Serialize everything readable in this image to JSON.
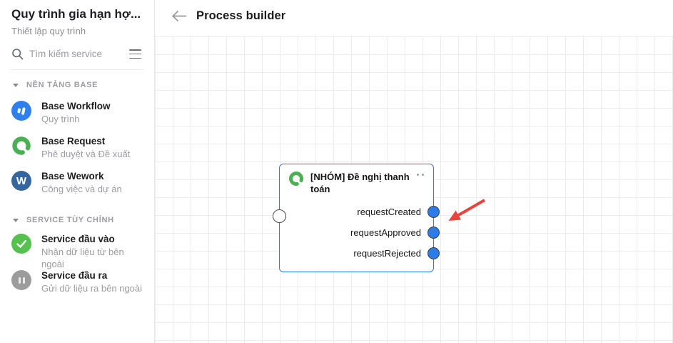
{
  "header": {
    "title": "Process builder",
    "back_icon": "arrow-left-icon"
  },
  "sidebar": {
    "title": "Quy trình gia hạn hợ...",
    "subtitle": "Thiết lập quy trình",
    "search": {
      "placeholder": "Tìm kiếm service",
      "icon": "search-icon",
      "filter_icon": "hamburger-icon"
    },
    "sections": [
      {
        "label": "NỀN TẢNG BASE",
        "items": [
          {
            "name": "Base Workflow",
            "desc": "Quy trình",
            "icon": "workflow-icon",
            "color": "#2f80ed"
          },
          {
            "name": "Base Request",
            "desc": "Phê duyệt và Đề xuất",
            "icon": "request-ring-icon",
            "color": "#4bb052"
          },
          {
            "name": "Base Wework",
            "desc": "Công việc và dự án",
            "icon": "wework-icon",
            "color": "#35679e",
            "glyph": "W"
          }
        ]
      },
      {
        "label": "SERVICE TÙY CHỈNH",
        "items": [
          {
            "name": "Service đầu vào",
            "desc": "Nhận dữ liệu từ bên ngoài",
            "icon": "check-icon",
            "color": "#55c14e"
          },
          {
            "name": "Service đầu ra",
            "desc": "Gửi dữ liệu ra bên ngoài",
            "icon": "pause-icon",
            "color": "#9c9c9c"
          }
        ]
      }
    ]
  },
  "canvas": {
    "grid_color": "#ececec",
    "node": {
      "title": "[NHÓM] Đề nghị thanh toán",
      "icon": "request-ring-icon",
      "border_color": "#2b7ce9",
      "port_color": "#2b7ce9",
      "outputs": [
        "requestCreated",
        "requestApproved",
        "requestRejected"
      ]
    },
    "annotation": {
      "type": "red-arrow",
      "color": "#e8443e",
      "points_at": "requestApproved"
    }
  }
}
